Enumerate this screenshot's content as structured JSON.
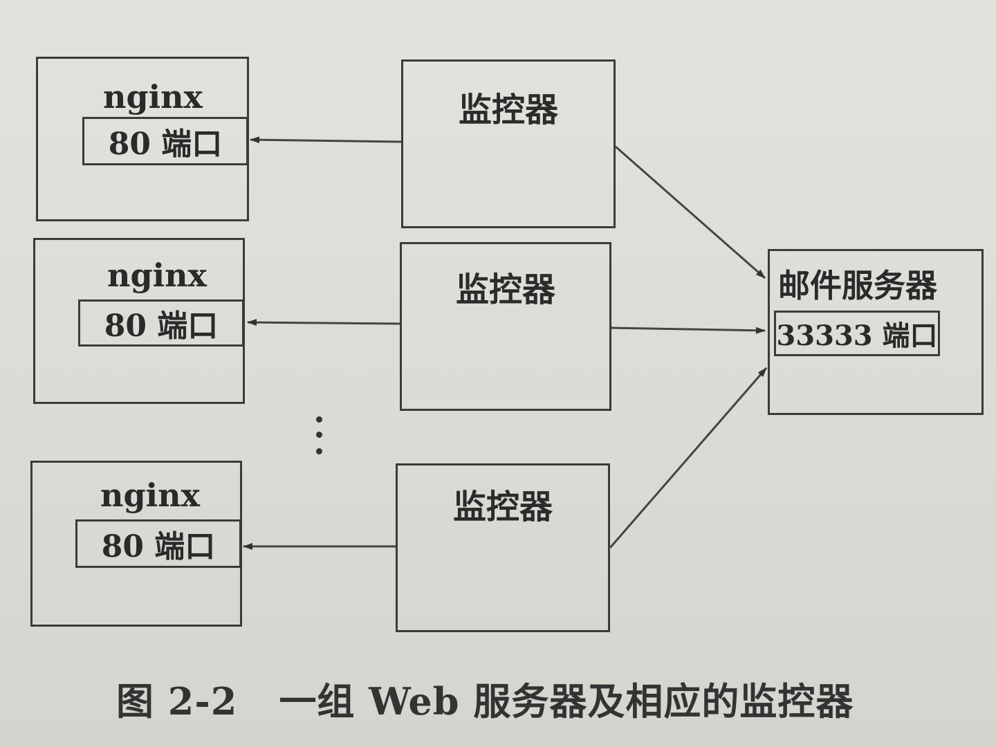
{
  "nginx_servers": [
    {
      "title": "nginx",
      "port_label": "80 端口"
    },
    {
      "title": "nginx",
      "port_label": "80 端口"
    },
    {
      "title": "nginx",
      "port_label": "80 端口"
    }
  ],
  "monitors": [
    {
      "label": "监控器"
    },
    {
      "label": "监控器"
    },
    {
      "label": "监控器"
    }
  ],
  "mail_server": {
    "title": "邮件服务器",
    "port_label": "33333 端口"
  },
  "caption": {
    "number": "图 2-2",
    "text": "一组 Web 服务器及相应的监控器"
  }
}
